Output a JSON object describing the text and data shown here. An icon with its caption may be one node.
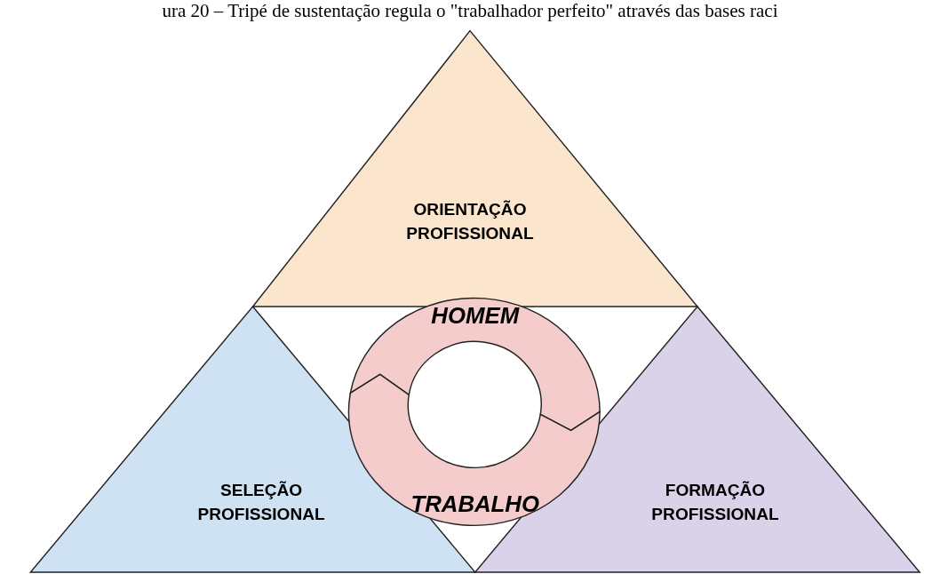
{
  "diagram": {
    "title": "ura 20 – Tripé de sustentação regula o \"trabalhador perfeito\" através das bases raci",
    "nodes": [
      {
        "text": [
          "ORIENTAÇÃO PROFISSIONAL"
        ]
      },
      {
        "text": [
          "SELEÇÃO PROFISSIONAL"
        ]
      },
      {
        "text": [
          "FORMAÇÃO PROFISSIONAL"
        ]
      },
      {
        "text": [
          "HOMEM"
        ]
      },
      {
        "text": [
          "TRABALHO"
        ]
      }
    ],
    "edges": []
  }
}
